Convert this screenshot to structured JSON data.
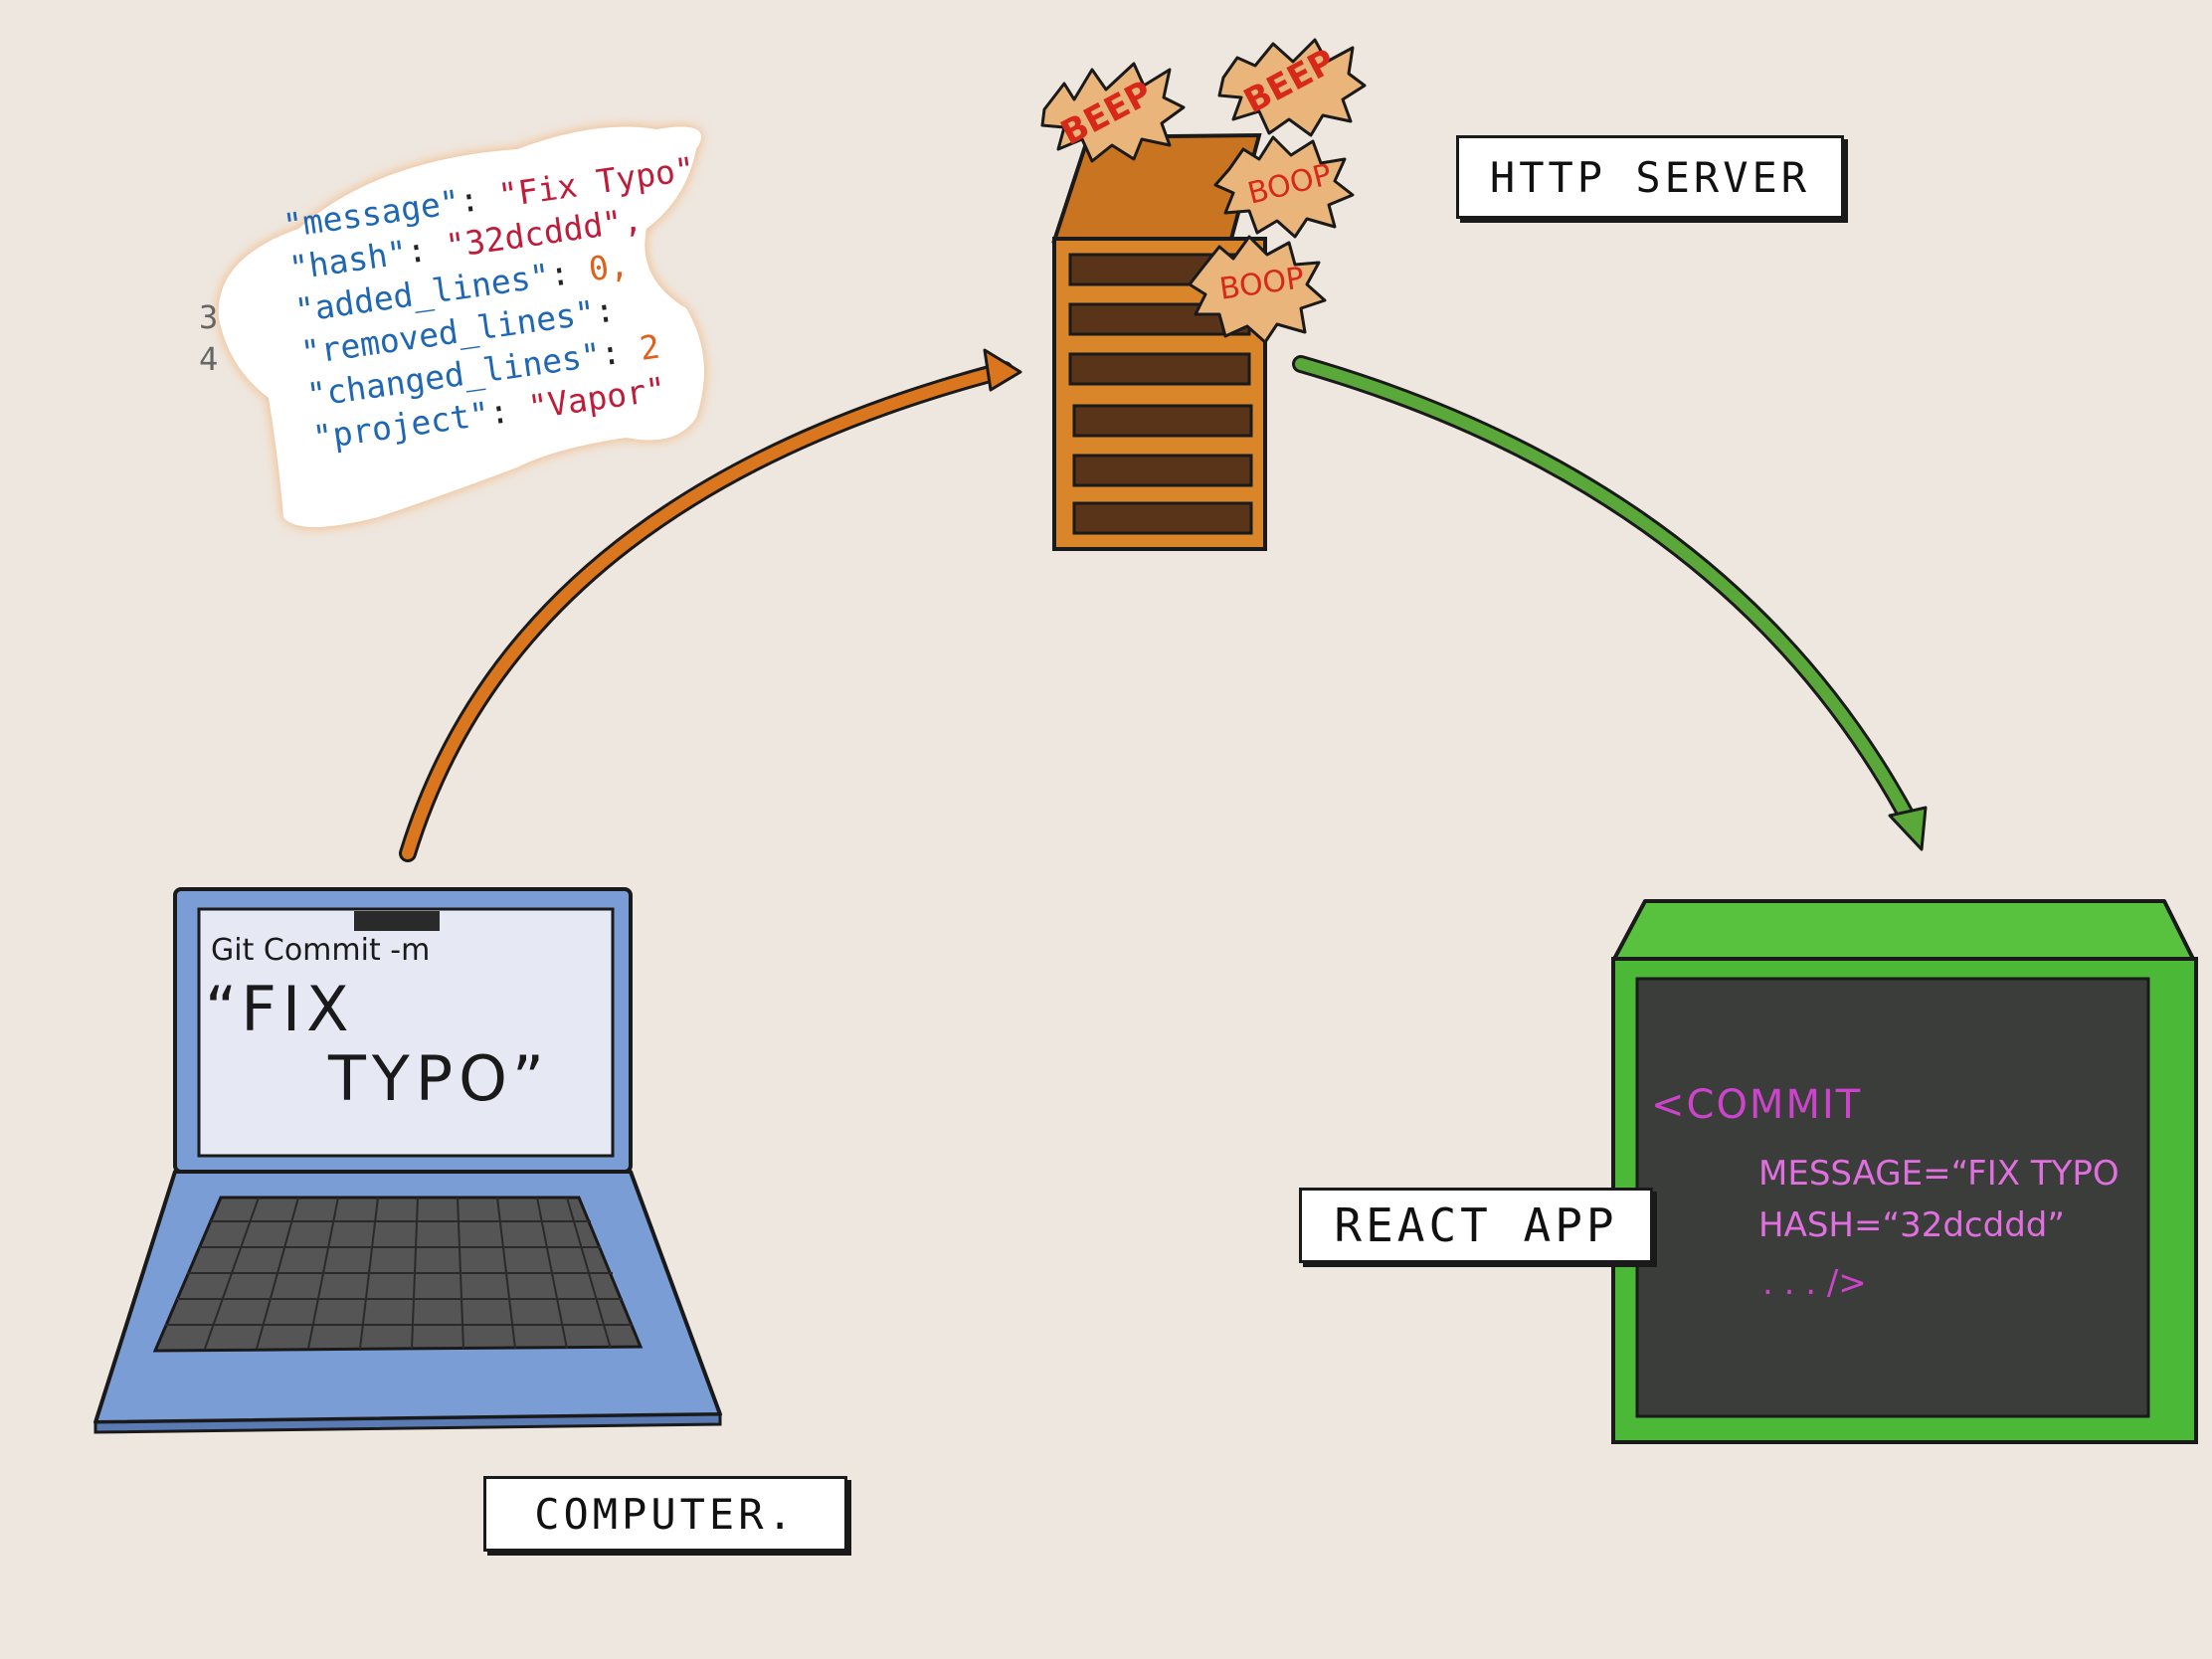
{
  "labels": {
    "http_server": "HTTP SERVER",
    "computer": "COMPUTER.",
    "react_app": "REACT APP"
  },
  "server_sounds": [
    "BEEP",
    "BEEP",
    "BOOP",
    "BOOP"
  ],
  "json_snippet": {
    "gutter": [
      "3",
      "4"
    ],
    "lines": [
      {
        "key": "\"message\"",
        "value": "\"Fix Typo\""
      },
      {
        "key": "\"hash\"",
        "value": "\"32dcddd\","
      },
      {
        "key": "\"added_lines\"",
        "value": "0,"
      },
      {
        "key": "\"removed_lines\"",
        "value": ""
      },
      {
        "key": "\"changed_lines\"",
        "value": "2"
      },
      {
        "key": "\"project\"",
        "value": "\"Vapor\""
      }
    ]
  },
  "laptop_screen": {
    "line1": "Git Commit -m",
    "line2": "“FIX",
    "line3": "TYPO”"
  },
  "react_screen": {
    "tag": "<COMMIT",
    "message": "MESSAGE=“FIX TYPO",
    "hash": "HASH=“32dcddd”",
    "ellipsis": ". . . />"
  },
  "colors": {
    "background": "#eee7df",
    "arrow_left": "#d9761e",
    "arrow_right": "#5aa83a",
    "server": "#d9852a",
    "laptop": "#7b9dd6",
    "monitor_frame": "#4cb838",
    "monitor_screen": "#3b3d3a",
    "code_purple": "#cc44cc"
  }
}
